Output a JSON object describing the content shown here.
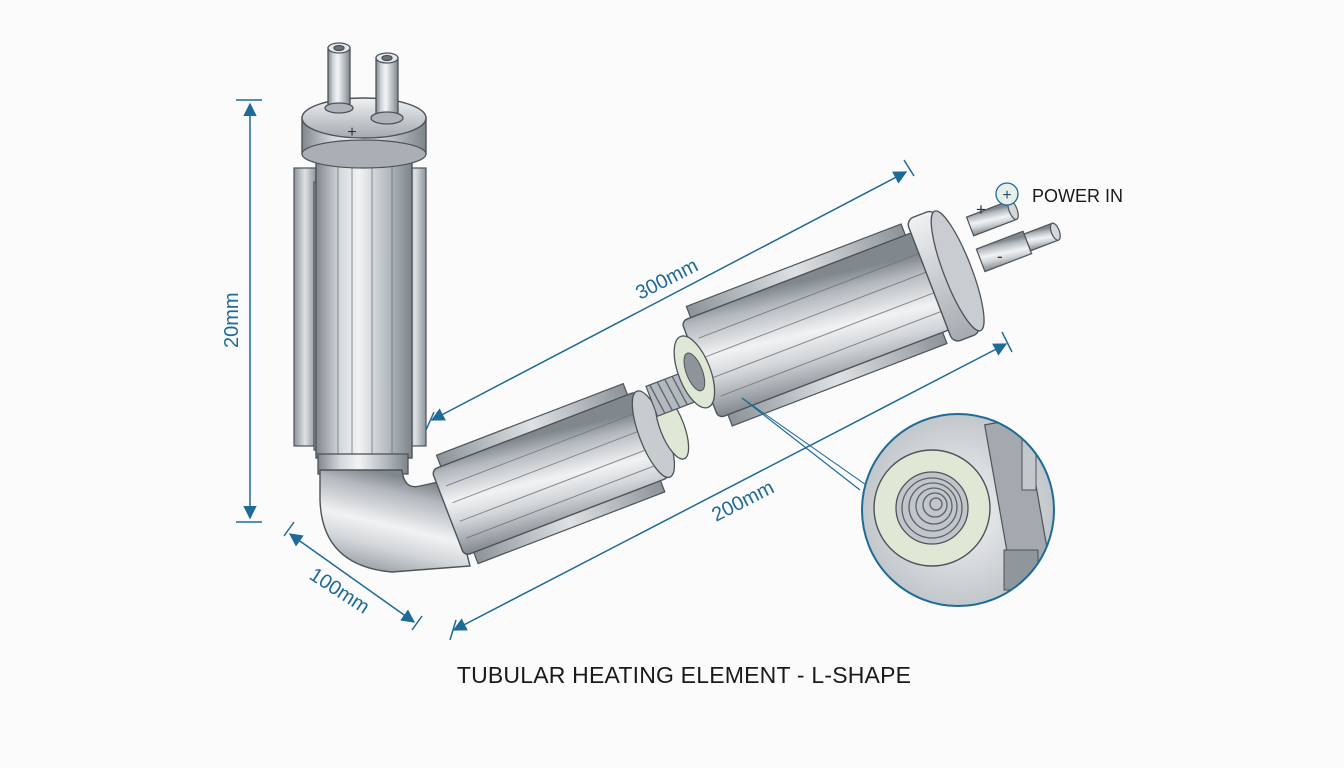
{
  "colors": {
    "dimension": "#1f6a96",
    "metal_dark": "#6d747a",
    "metal_mid": "#b9bfc4",
    "metal_light": "#eef0f2",
    "insulator": "#dfe8d5",
    "outline": "#4d5359",
    "text": "#1a1a1a"
  },
  "dimensions": {
    "vertical_height": "20mm",
    "bend_width": "100mm",
    "horizontal_overall": "300mm",
    "horizontal_lower": "200mm"
  },
  "terminals": {
    "top_plus": "+",
    "right_plus": "+",
    "right_minus": "-",
    "power_badge": "+",
    "power_label": "POWER IN"
  },
  "caption": "TUBULAR HEATING ELEMENT - L-SHAPE",
  "icons": [
    "terminal-pin-icon",
    "power-plus-badge-icon",
    "coil-spring-icon",
    "magnifier-callout-icon"
  ]
}
